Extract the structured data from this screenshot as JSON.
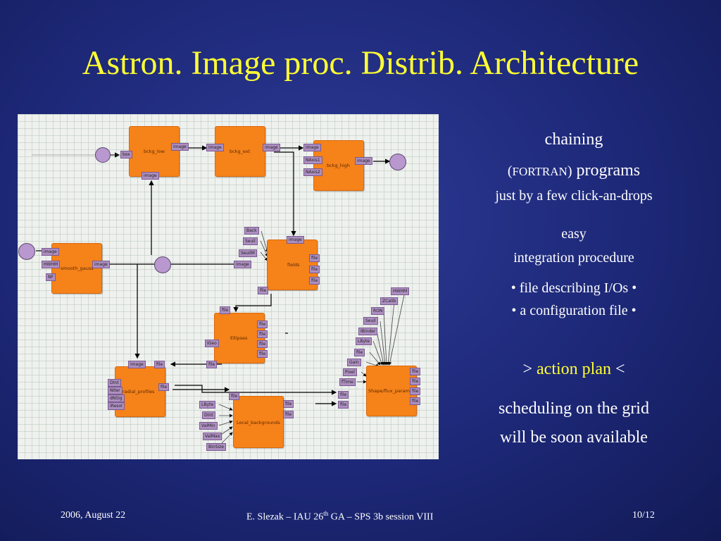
{
  "slide": {
    "title": "Astron. Image proc. Distrib. Architecture",
    "side": {
      "chaining": "chaining",
      "fortran_open": "(",
      "fortran": "FORTRAN",
      "fortran_close": ")",
      "programs": "programs",
      "click": "just by a few click-an-drops",
      "easy": "easy",
      "integration": "integration procedure",
      "bullet1": "• file describing I/Os •",
      "bullet2": "• a configuration file •",
      "action_prefix": ">",
      "action_plan": "action plan",
      "action_suffix": "<",
      "sched1": "scheduling on the grid",
      "sched2": "will be soon available"
    },
    "footer": {
      "date": "2006, August 22",
      "author_pre": "E. Slezak  – IAU 26",
      "author_sup": "th",
      "author_post": " GA – SPS 3b session VIII",
      "page": "10/12"
    }
  },
  "diagram": {
    "nodes": {
      "bckg_low": "bckg_low",
      "bckg_ext": "bckg_ext",
      "bckg_high": "bckg_high",
      "smooth_gauss": "smooth_gauss",
      "fields": "fields",
      "ellipses": "Ellipses",
      "radial_profiles": "radial_profiles",
      "local_backgrounds": "Local_backgrounds",
      "shape_flux": "Shape/flux_param"
    },
    "ports": {
      "box": "box",
      "image": "image",
      "naxis1": "NAxis1",
      "naxis2": "NAxis2",
      "hwhm": "HWHM",
      "nf": "NF",
      "back": "Back",
      "seuil": "Seuil",
      "seuilm": "SeuilM",
      "file": "file",
      "igeo": "IGeo",
      "dint": "DInt",
      "niter": "NIter",
      "dnsig": "dNSig",
      "iresol": "iResol",
      "lbyte": "LByte",
      "valmin": "ValMin",
      "valmax": "ValMax",
      "binsize": "BinSize",
      "zcalib": "ZCalib",
      "ron": "RON",
      "binder": "IBinder",
      "gain": "Gain",
      "pixel": "Pixel",
      "ftime": "fTime"
    }
  }
}
